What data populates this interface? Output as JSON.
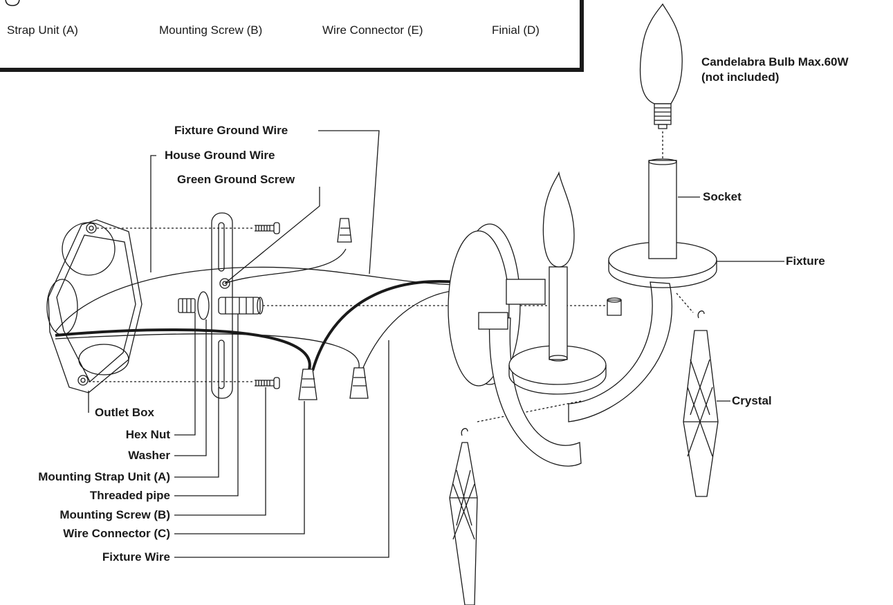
{
  "parts_list": {
    "items": [
      "Strap Unit (A)",
      "Mounting Screw (B)",
      "Wire Connector (E)",
      "Finial (D)"
    ]
  },
  "labels": {
    "fixture_ground_wire": "Fixture Ground Wire",
    "house_ground_wire": "House Ground Wire",
    "green_ground_screw": "Green Ground Screw",
    "outlet_box": "Outlet Box",
    "hex_nut": "Hex Nut",
    "washer": "Washer",
    "mounting_strap_unit": "Mounting Strap Unit (A)",
    "threaded_pipe": "Threaded pipe",
    "mounting_screw": "Mounting Screw (B)",
    "wire_connector": "Wire Connector (C)",
    "fixture_wire": "Fixture Wire",
    "bulb_line1": "Candelabra Bulb Max.60W",
    "bulb_line2": "(not included)",
    "socket": "Socket",
    "fixture": "Fixture",
    "crystal": "Crystal"
  },
  "colors": {
    "ink": "#1a1a1a",
    "paper": "#ffffff"
  }
}
